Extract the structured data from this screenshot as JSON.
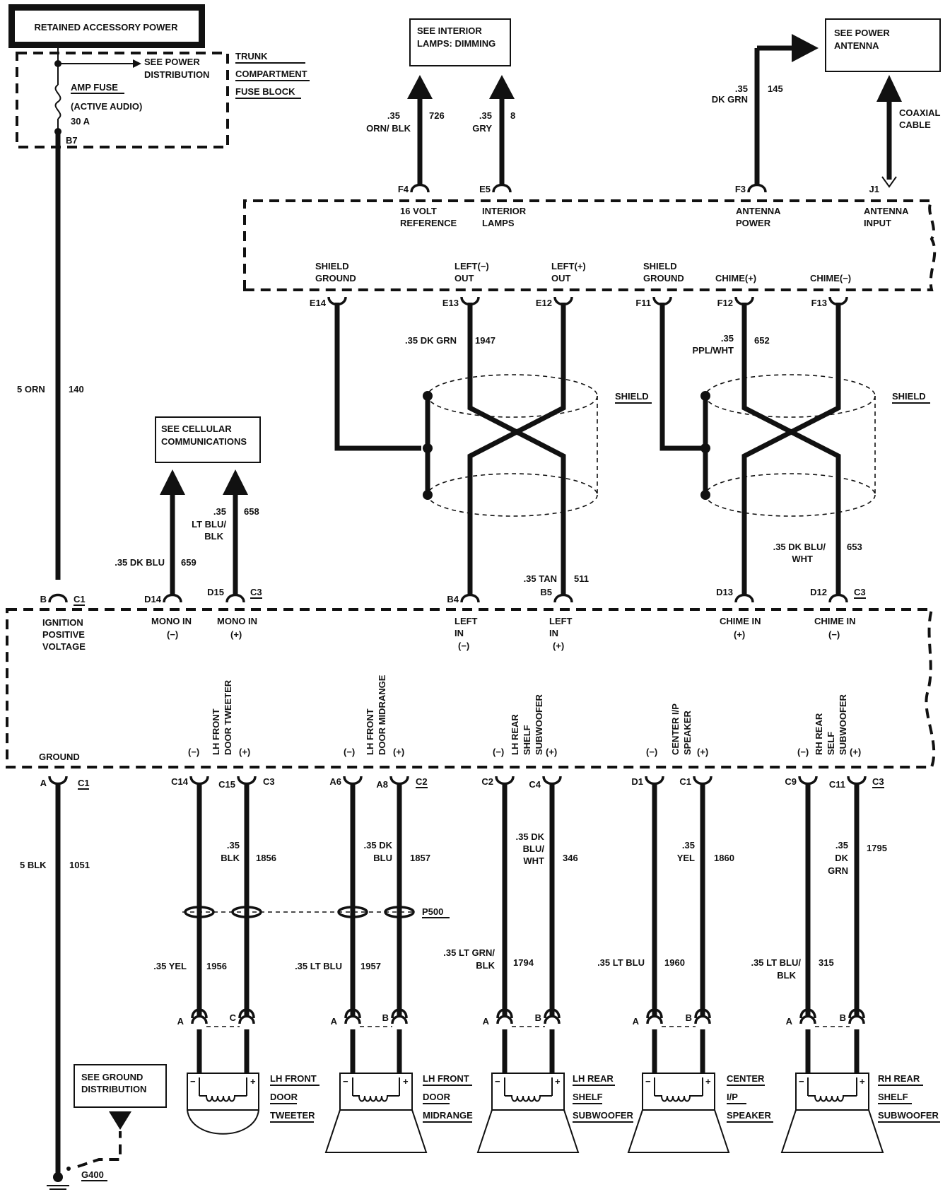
{
  "retained_power": "RETAINED ACCESSORY POWER",
  "fuse_block": {
    "see_power_distribution": [
      "SEE POWER",
      "DISTRIBUTION"
    ],
    "name": [
      "TRUNK",
      "COMPARTMENT",
      "FUSE BLOCK"
    ],
    "fuse": [
      "AMP FUSE",
      "(ACTIVE AUDIO)",
      "30 A"
    ],
    "pin": "B7"
  },
  "feed_wire": {
    "gauge": "5 ORN",
    "circuit": "140"
  },
  "ground_wire": {
    "gauge": "5 BLK",
    "circuit": "1051"
  },
  "top_refs": {
    "interior_lamps": [
      "SEE INTERIOR",
      "LAMPS: DIMMING"
    ],
    "power_antenna": [
      "SEE POWER",
      "ANTENNA"
    ],
    "cellular": [
      "SEE CELLULAR",
      "COMMUNICATIONS"
    ],
    "ground_distribution": [
      "SEE GROUND",
      "DISTRIBUTION"
    ]
  },
  "top_wires": [
    {
      "gauge": ".35",
      "color": "ORN/ BLK",
      "circuit": "726",
      "pin": "F4",
      "label": [
        "16 VOLT",
        "REFERENCE"
      ]
    },
    {
      "gauge": ".35",
      "color": "GRY",
      "circuit": "8",
      "pin": "E5",
      "label": [
        "INTERIOR",
        "LAMPS"
      ]
    },
    {
      "gauge": ".35",
      "color": "DK GRN",
      "circuit": "145",
      "pin": "F3",
      "label": [
        "ANTENNA",
        "POWER"
      ]
    },
    {
      "gauge": "",
      "color": "",
      "circuit": "",
      "pin": "J1",
      "label": [
        "ANTENNA",
        "INPUT"
      ]
    }
  ],
  "coaxial": [
    "COAXIAL",
    "CABLE"
  ],
  "upper_pins": [
    {
      "pin": "E14",
      "label": [
        "SHIELD",
        "GROUND"
      ]
    },
    {
      "pin": "E13",
      "label": [
        "LEFT(−)",
        "OUT"
      ]
    },
    {
      "pin": "E12",
      "label": [
        "LEFT(+)",
        "OUT"
      ]
    },
    {
      "pin": "F11",
      "label": [
        "SHIELD",
        "GROUND"
      ]
    },
    {
      "pin": "F12",
      "label": [
        "CHIME(+)",
        ""
      ]
    },
    {
      "pin": "F13",
      "label": [
        "CHIME(−)",
        ""
      ]
    }
  ],
  "shield_label": "SHIELD",
  "twisted_wires": {
    "left_top": {
      "text": ".35 DK GRN",
      "circuit": "1947"
    },
    "chime_top": {
      "gauge": ".35",
      "color": "PPL/WHT",
      "circuit": "652"
    },
    "left_bottom": {
      "text": ".35 TAN",
      "circuit": "511"
    },
    "chime_bottom": {
      "text": ".35 DK BLU/",
      "text2": "WHT",
      "circuit": "653"
    }
  },
  "mono_wires": {
    "minus": {
      "text": ".35 DK BLU",
      "circuit": "659"
    },
    "plus": {
      "gauge": ".35",
      "color1": "LT BLU/",
      "color2": "BLK",
      "circuit": "658"
    }
  },
  "middle_pins": [
    {
      "pin": "B",
      "conn": "C1",
      "label": [
        "IGNITION",
        "POSITIVE",
        "VOLTAGE"
      ]
    },
    {
      "pin": "D14",
      "conn": "",
      "label": [
        "MONO IN",
        "(−)"
      ]
    },
    {
      "pin": "D15",
      "conn": "C3",
      "label": [
        "MONO IN",
        "(+)"
      ]
    },
    {
      "pin": "B4",
      "conn": "",
      "label": [
        "LEFT",
        "IN",
        "(−)"
      ]
    },
    {
      "pin": "B5",
      "conn": "",
      "label": [
        "LEFT",
        "IN",
        "(+)"
      ]
    },
    {
      "pin": "D13",
      "conn": "",
      "label": [
        "CHIME IN",
        "(+)"
      ]
    },
    {
      "pin": "D12",
      "conn": "C3",
      "label": [
        "CHIME IN",
        "(−)"
      ]
    }
  ],
  "ground": {
    "label": "GROUND",
    "pin": "A",
    "conn": "C1",
    "g_label": "G400"
  },
  "splice": "P500",
  "speakers": [
    {
      "name": [
        "LH FRONT",
        "DOOR",
        "TWEETER"
      ],
      "vlabel": [
        "LH FRONT",
        "DOOR TWEETER"
      ],
      "pin_m": "C14",
      "pin_p": "C15",
      "conn": "C3",
      "upper_m": {
        "g": ".35",
        "c": "BLK"
      },
      "upper_p_circuit": "1856",
      "lower_m": ".35 YEL",
      "lower_p_circuit": "1956",
      "plug_m": "A",
      "plug_p": "C"
    },
    {
      "name": [
        "LH FRONT",
        "DOOR",
        "MIDRANGE"
      ],
      "vlabel": [
        "LH FRONT",
        "DOOR MIDRANGE"
      ],
      "pin_m": "A6",
      "pin_p": "A8",
      "conn": "C2",
      "upper_m": {
        "g": ".35 DK",
        "c": "BLU"
      },
      "upper_p_circuit": "1857",
      "lower_m": ".35 LT BLU",
      "lower_p_circuit": "1957",
      "plug_m": "A",
      "plug_p": "B"
    },
    {
      "name": [
        "LH REAR",
        "SHELF",
        "SUBWOOFER"
      ],
      "vlabel": [
        "LH REAR",
        "SHELF",
        "SUBWOOFER"
      ],
      "pin_m": "C2",
      "pin_p": "C4",
      "conn": "",
      "upper_m": {
        "g": ".35 DK",
        "c": "BLU/",
        "c2": "WHT"
      },
      "upper_p_circuit": "346",
      "lower_m": ".35 LT GRN/",
      "lower_m2": "BLK",
      "lower_p_circuit": "1794",
      "plug_m": "A",
      "plug_p": "B"
    },
    {
      "name": [
        "CENTER",
        "I/P",
        "SPEAKER"
      ],
      "vlabel": [
        "CENTER I/P",
        "SPEAKER"
      ],
      "pin_m": "D1",
      "pin_p": "C1",
      "conn": "",
      "upper_m": {
        "g": ".35",
        "c": "YEL"
      },
      "upper_p_circuit": "1860",
      "lower_m": ".35 LT BLU",
      "lower_p_circuit": "1960",
      "plug_m": "A",
      "plug_p": "B"
    },
    {
      "name": [
        "RH REAR",
        "SHELF",
        "SUBWOOFER"
      ],
      "vlabel": [
        "RH REAR",
        "SELF",
        "SUBWOOFER"
      ],
      "pin_m": "C9",
      "pin_p": "C11",
      "conn": "C3",
      "upper_m": {
        "g": ".35",
        "c": "DK",
        "c2": "GRN"
      },
      "upper_p_circuit": "1795",
      "lower_m": ".35 LT BLU/",
      "lower_m2": "BLK",
      "lower_p_circuit": "315",
      "plug_m": "A",
      "plug_p": "B"
    }
  ],
  "minus_sign": "(−)",
  "plus_sign": "(+)",
  "spk_minus": "−",
  "spk_plus": "+"
}
